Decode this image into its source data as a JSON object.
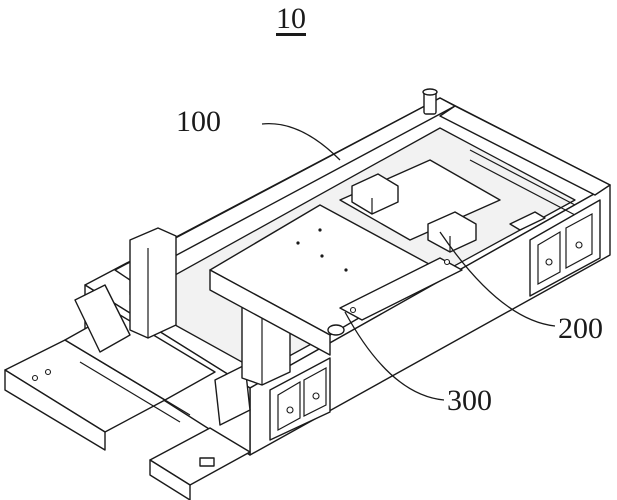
{
  "figure": {
    "number": "10",
    "labels": {
      "frame": "100",
      "module": "200",
      "plate": "300"
    },
    "line_color": "#1a1a1a",
    "background": "#ffffff"
  }
}
